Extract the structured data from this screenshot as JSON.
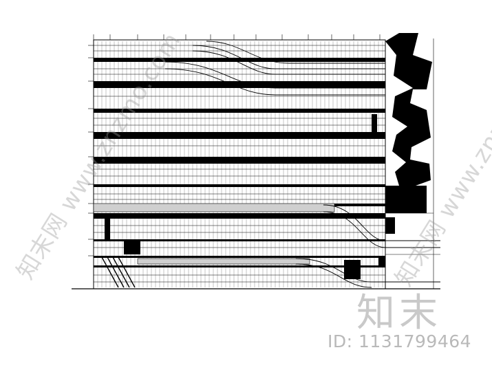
{
  "drawing": {
    "description_free": true,
    "line_color": "#000000",
    "background_color": "#ffffff"
  },
  "watermark": {
    "logo_text": "知末",
    "id_text": "ID: 1131799464",
    "diagonal_text_left": "知末网 www.znzmo.com",
    "diagonal_text_right": "知末网 www.znzmo.com",
    "color": "#bdbdbd"
  }
}
